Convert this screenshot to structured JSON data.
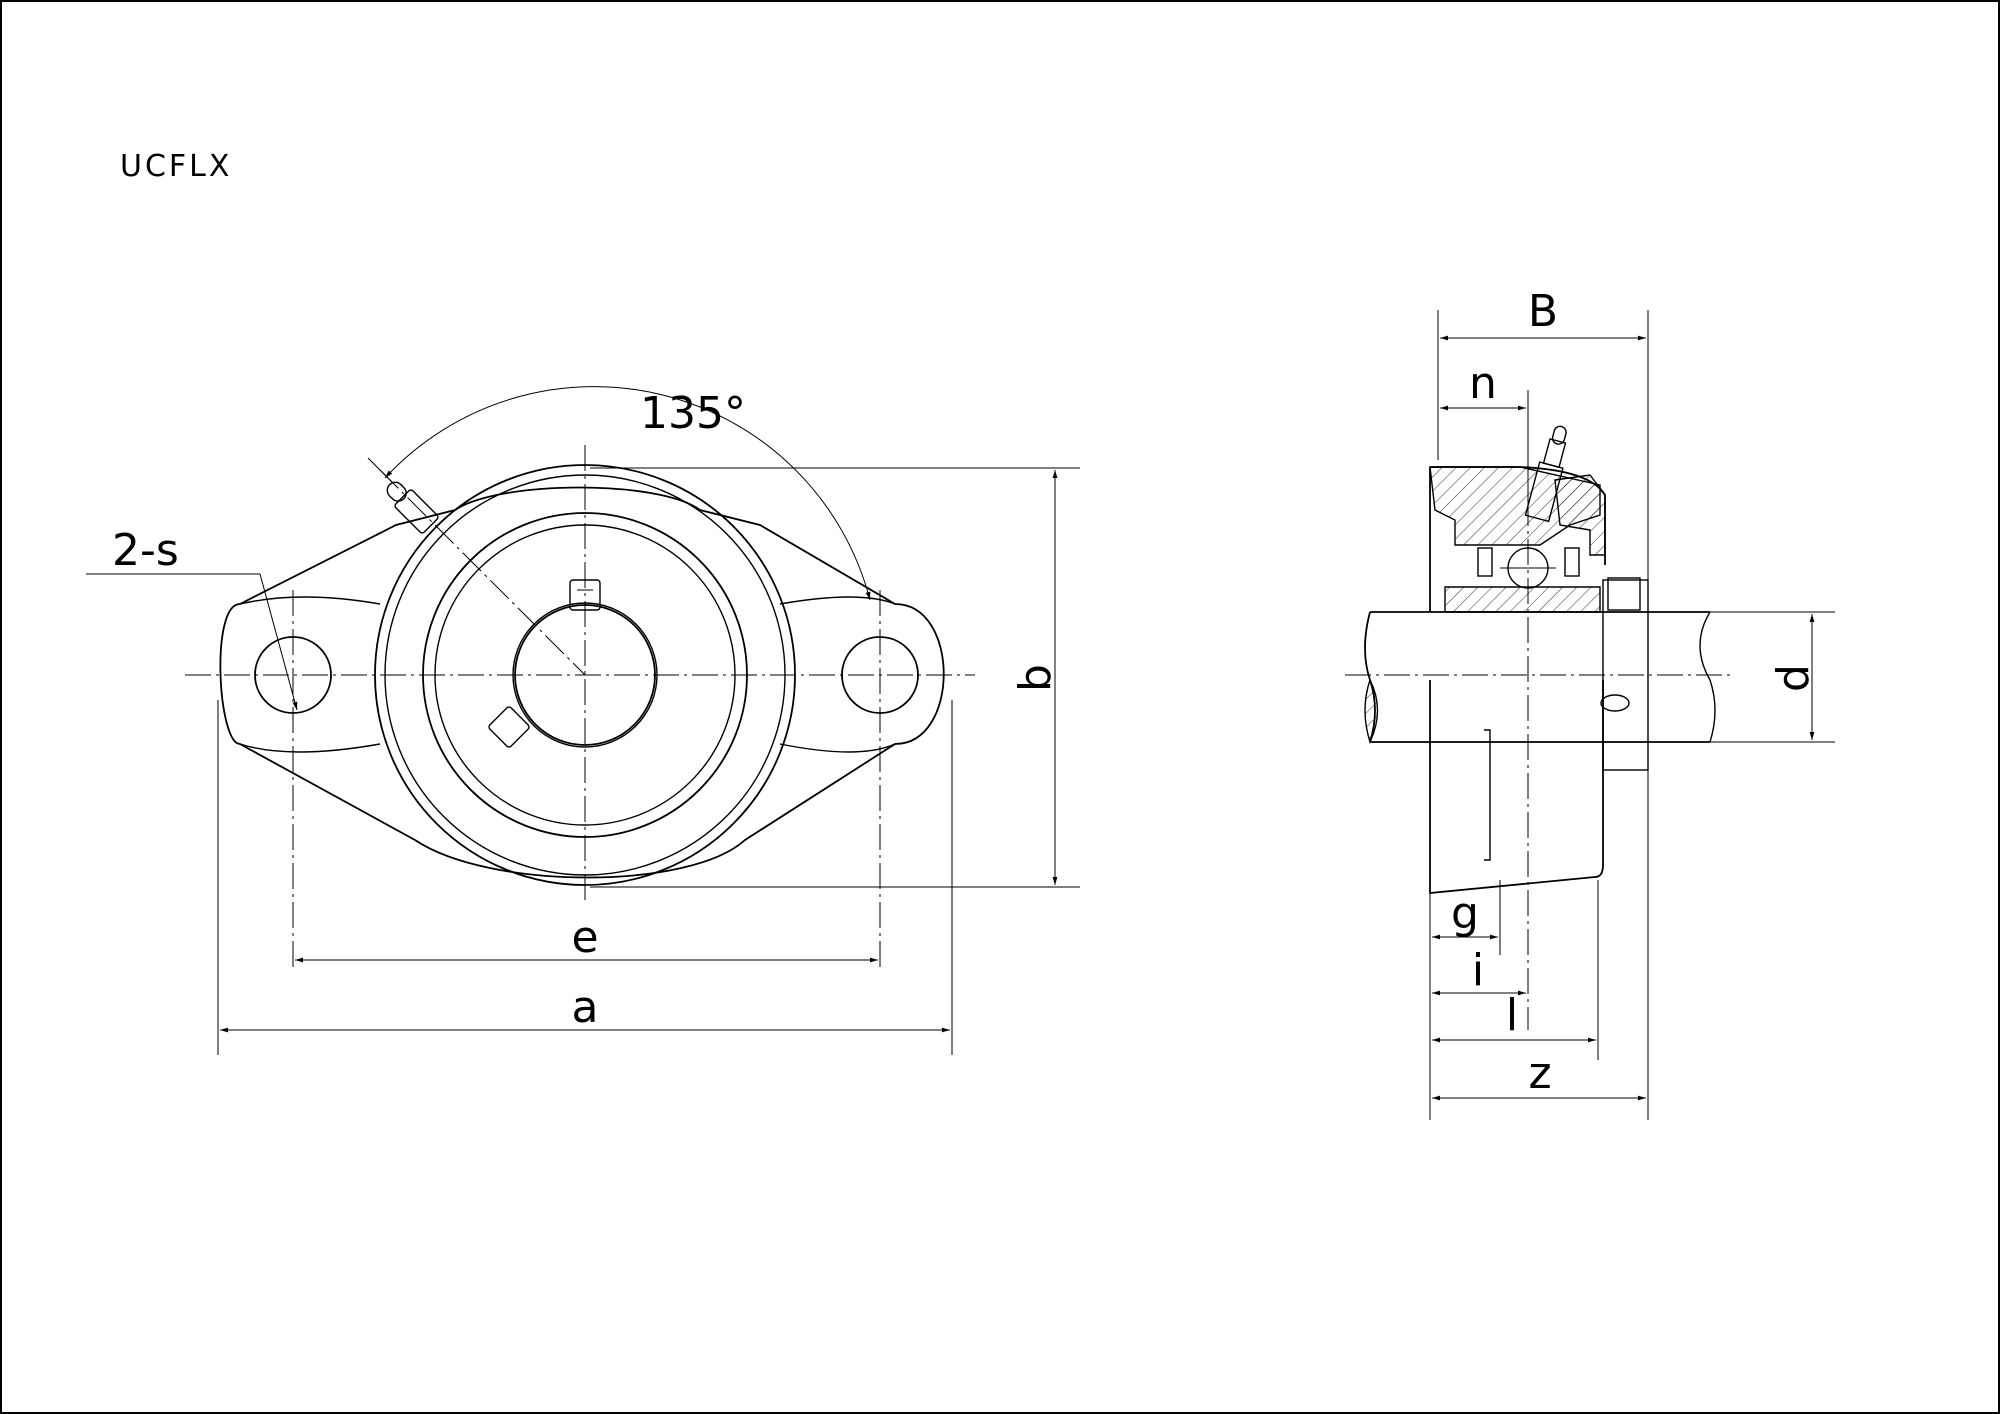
{
  "title": "UCFLX",
  "angle_label": "135°",
  "front_view": {
    "hole_label": "2-s",
    "e_label": "e",
    "a_label": "a",
    "b_label": "b"
  },
  "side_view": {
    "B_label": "B",
    "n_label": "n",
    "d_label": "d",
    "g_label": "g",
    "i_label": "i",
    "l_label": "l",
    "z_label": "z"
  }
}
